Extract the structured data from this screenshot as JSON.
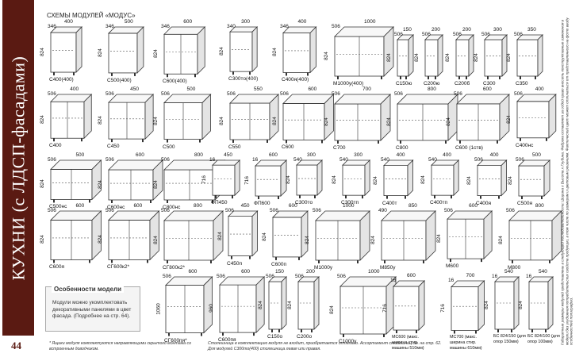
{
  "page": {
    "section_title": "КУХНИ (с ЛДСП-фасадами)",
    "page_number": "44",
    "header": "СХЕМЫ МОДУЛЕЙ «МОДУС»"
  },
  "modules": [
    {
      "label": "С400(400)",
      "w": "400",
      "d": "346",
      "h": "824"
    },
    {
      "label": "С500(400)",
      "w": "500",
      "d": "346",
      "h": "824"
    },
    {
      "label": "С600(400)",
      "w": "600",
      "d": "346",
      "h": "824"
    },
    {
      "label": "С300то(400)",
      "w": "300",
      "d": "340",
      "h": "824"
    },
    {
      "label": "С400я(400)",
      "w": "400",
      "d": "346",
      "h": "824"
    },
    {
      "label": "М1000у(400)",
      "w": "1000",
      "d": "506",
      "h": "824"
    },
    {
      "label": "С150ю",
      "w": "150",
      "d": "506",
      "h": "824"
    },
    {
      "label": "С200ю",
      "w": "200",
      "d": "506",
      "h": "824"
    },
    {
      "label": "С200б",
      "w": "200",
      "d": "506",
      "h": "824"
    },
    {
      "label": "С300",
      "w": "300",
      "d": "506",
      "h": "824"
    },
    {
      "label": "С350",
      "w": "350",
      "d": "506",
      "h": "824"
    },
    {
      "label": "С400",
      "w": "400",
      "d": "506",
      "h": "824"
    },
    {
      "label": "С450",
      "w": "450",
      "d": "506",
      "h": "824"
    },
    {
      "label": "С500",
      "w": "500",
      "d": "506",
      "h": "824"
    },
    {
      "label": "С550",
      "w": "550",
      "d": "506",
      "h": "824"
    },
    {
      "label": "С600",
      "w": "600",
      "d": "506",
      "h": "824"
    },
    {
      "label": "С700",
      "w": "700",
      "d": "506",
      "h": "824"
    },
    {
      "label": "С800",
      "w": "800",
      "d": "506",
      "h": "824"
    },
    {
      "label": "С600 (1ств)",
      "w": "600",
      "d": "506",
      "h": "824"
    },
    {
      "label": "С400нс",
      "w": "400",
      "d": "506",
      "h": "824"
    },
    {
      "label": "С500нс",
      "w": "500",
      "d": "506",
      "h": "824"
    },
    {
      "label": "С600нс",
      "w": "600",
      "d": "506",
      "h": "824"
    },
    {
      "label": "С800нс",
      "w": "800",
      "d": "506",
      "h": "824"
    },
    {
      "label": "ФП450",
      "w": "450",
      "d": "16",
      "h": "716"
    },
    {
      "label": "ФП600",
      "w": "600",
      "d": "16",
      "h": "716"
    },
    {
      "label": "С300то",
      "w": "300",
      "d": "540",
      "h": "824"
    },
    {
      "label": "С300тп",
      "w": "300",
      "d": "540",
      "h": "824"
    },
    {
      "label": "С400т",
      "w": "400",
      "d": "540",
      "h": "824"
    },
    {
      "label": "С400тп",
      "w": "400",
      "d": "540",
      "h": "824"
    },
    {
      "label": "С400я",
      "w": "400",
      "d": "506",
      "h": "824"
    },
    {
      "label": "С500я",
      "w": "500",
      "d": "506",
      "h": "824"
    },
    {
      "label": "С600я",
      "w": "600",
      "d": "506",
      "h": "824"
    },
    {
      "label": "СГ600к2*",
      "w": "600",
      "d": "506",
      "h": "824"
    },
    {
      "label": "СГ800к2*",
      "w": "800",
      "d": "506",
      "h": "824"
    },
    {
      "label": "С450п",
      "w": "450",
      "d": "506",
      "h": "824"
    },
    {
      "label": "С600п",
      "w": "600",
      "d": "506",
      "h": "824"
    },
    {
      "label": "М1000у",
      "w": "1000",
      "d": "506",
      "h": "824"
    },
    {
      "label": "М850у",
      "w": "850",
      "d": "490",
      "h": "824"
    },
    {
      "label": "М600",
      "w": "600",
      "d": "506",
      "h": "824"
    },
    {
      "label": "М800",
      "w": "800",
      "d": "506",
      "h": "824"
    },
    {
      "label": "СГ600пя*",
      "w": "600",
      "d": "506",
      "h": "1060"
    },
    {
      "label": "С600пя",
      "w": "600",
      "d": "506",
      "h": "960"
    },
    {
      "label": "С150о",
      "w": "150",
      "d": "506",
      "h": "824"
    },
    {
      "label": "С200о",
      "w": "200",
      "d": "506",
      "h": "824"
    },
    {
      "label": "С1000у",
      "w": "1000",
      "d": "506",
      "h": "824"
    },
    {
      "label": "МС600 (макс. ширина стир. машины 510мм)",
      "w": "600",
      "d": "16",
      "h": "716"
    },
    {
      "label": "МС700 (макс. ширина стир. машины 610мм)",
      "w": "700",
      "d": "16",
      "h": "716"
    },
    {
      "label": "БС 824/150 (для опор 150мм)",
      "w": "540",
      "d": "16",
      "h": "824"
    },
    {
      "label": "БС 824/100 (для опор 100мм)",
      "w": "540",
      "d": "16",
      "h": "824"
    }
  ],
  "note": {
    "title": "Особенности модели",
    "text": "Модули можно укомплек­товать декоративными панелями в цвет фасада. (Подробнее на стр. 64)."
  },
  "footnotes": {
    "left": "* Ящики модуля комплектуются направляющими скрытого монтажа со встроенным доводчиком.",
    "right": "Столешница в комплектацию модуля не входит, приобретается отдельно. Ассортимент сто­лешниц см. на стр. 62. Для модулей С300то(400) столешница левая или правая.",
    "vertical": "Габаритные размеры модулей представлены в следующей последовательности: Ширина х Высота х Глубина. Фабрика оставляет за собой право вносить конструктивные изменения в модели без ухудшения потребительских свойств продукции, в том числе по размерам и цветовым решениям. Фактический цвет может отличаться от представленного на фото ввиду особенностей полиграфии."
  }
}
